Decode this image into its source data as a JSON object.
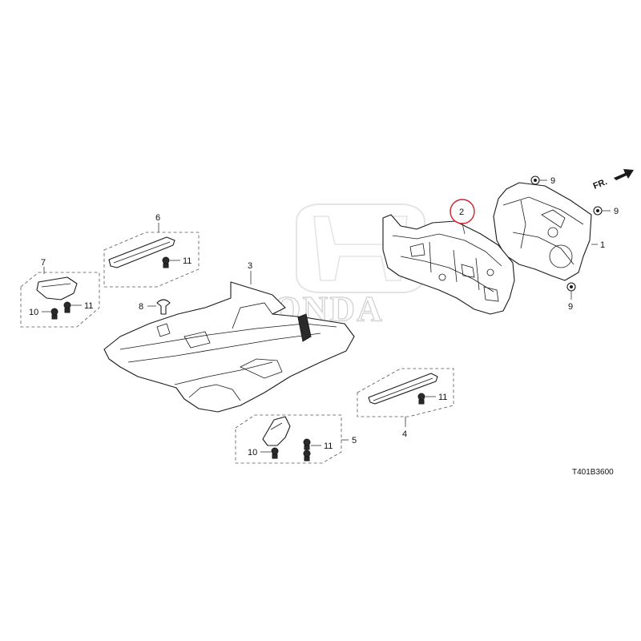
{
  "brand": {
    "watermark_text": "HONDA",
    "logo_icon": "honda-h-logo-icon"
  },
  "direction": {
    "label": "FR.",
    "icon": "forward-arrow-icon"
  },
  "diagram_code": "T401B3600",
  "highlight_color": "#d0202a",
  "callouts": {
    "c1": "1",
    "c2": "2",
    "c3": "3",
    "c4": "4",
    "c5": "5",
    "c6": "6",
    "c7": "7",
    "c8": "8",
    "c9a": "9",
    "c9b": "9",
    "c9c": "9",
    "c10a": "10",
    "c10b": "10",
    "c11a": "11",
    "c11b": "11",
    "c11c": "11",
    "c11d": "11",
    "c11e": "11"
  }
}
